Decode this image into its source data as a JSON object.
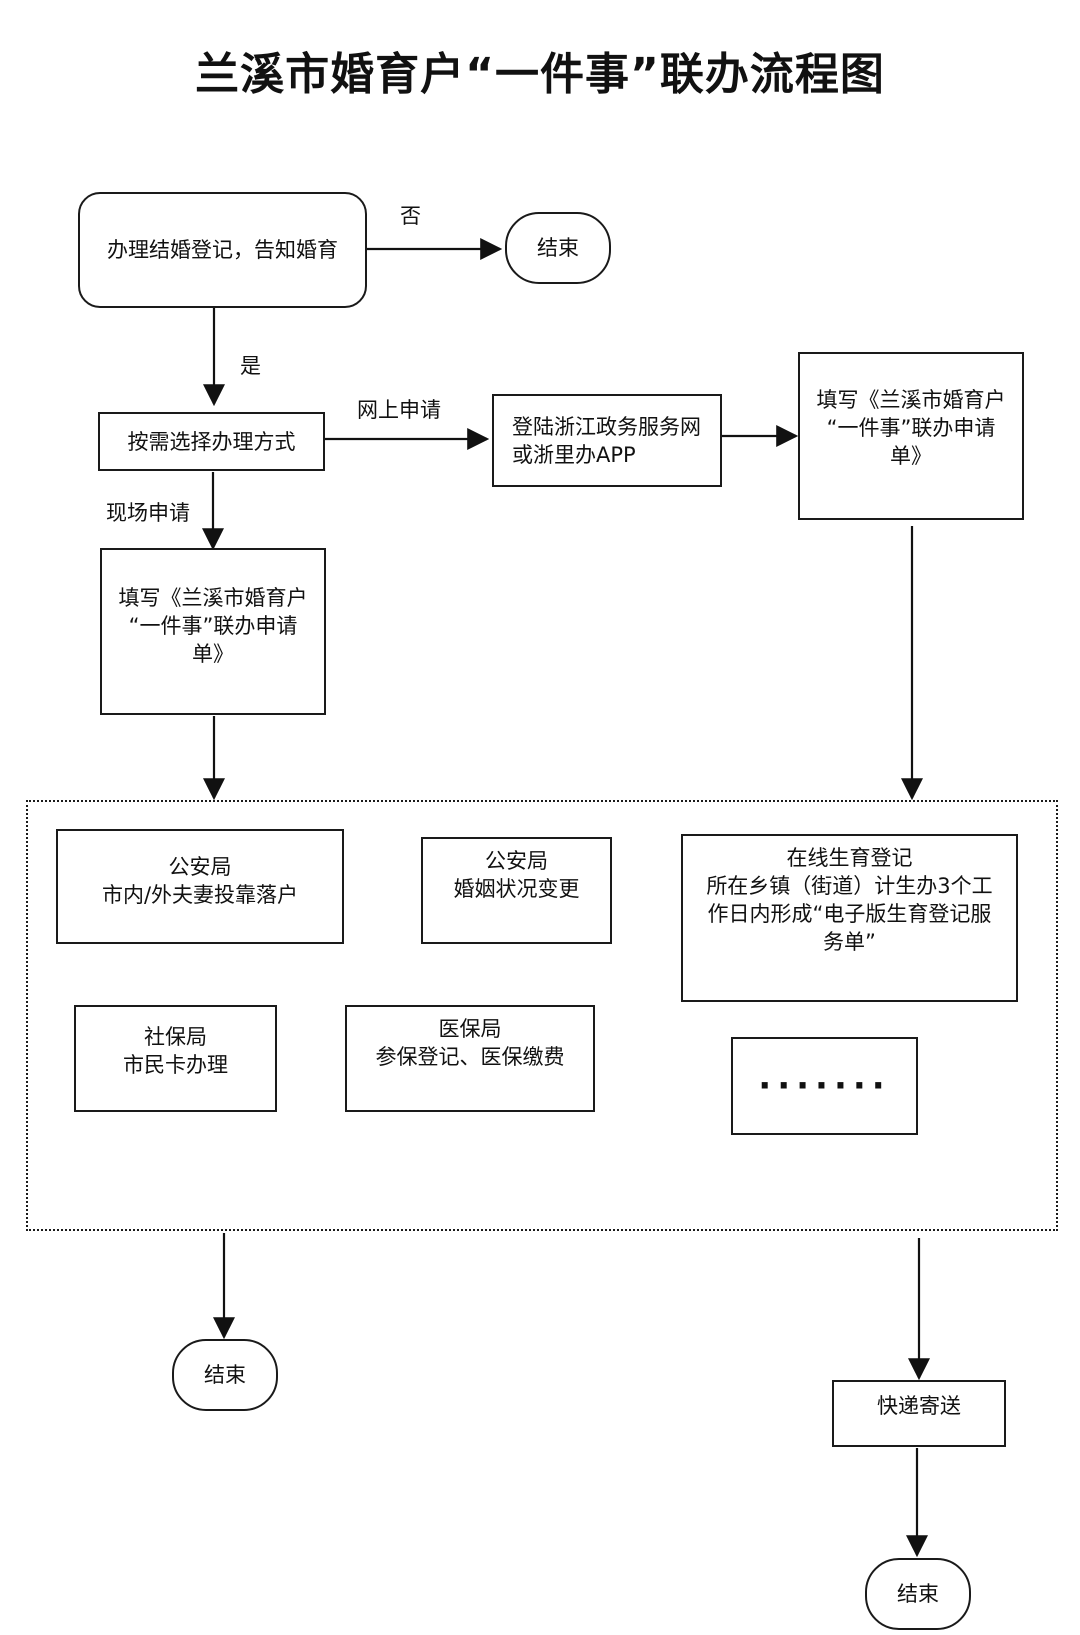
{
  "diagram": {
    "title": "兰溪市婚育户“一件事”联办流程图",
    "nodes": {
      "start": "办理结婚登记，告知婚育",
      "end_no": "结束",
      "choose": "按需选择办理方式",
      "online_portal": "登陆浙江政务服务网\n或浙里办APP",
      "form_online": "填写《兰溪市婚育户\n“一件事”联办申请\n单》",
      "form_onsite": "填写《兰溪市婚育户\n“一件事”联办申请\n单》",
      "police_hukou": "公安局\n市内/外夫妻投靠落户",
      "police_marital": "公安局\n婚姻状况变更",
      "birth_reg": "在线生育登记\n所在乡镇（街道）计生办3个工\n作日内形成“电子版生育登记服\n务单”",
      "social_security": "社保局\n市民卡办理",
      "medical_insurance": "医保局\n参保登记、医保缴费",
      "more": "·······",
      "end_left": "结束",
      "express": "快递寄送",
      "end_right": "结束"
    },
    "edge_labels": {
      "no": "否",
      "yes": "是",
      "online": "网上申请",
      "onsite": "现场申请"
    }
  }
}
